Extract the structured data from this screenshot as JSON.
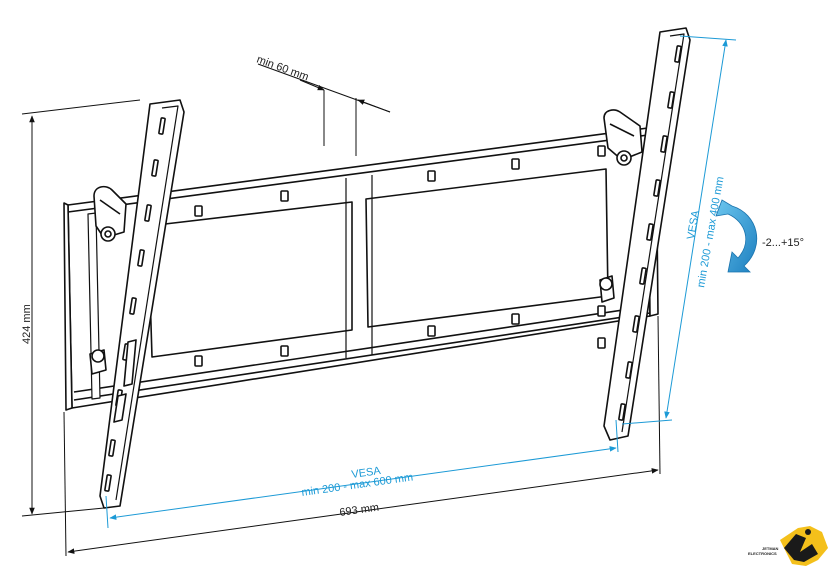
{
  "dimensions": {
    "min_depth": "min 60 mm",
    "height": "424 mm",
    "width": "693 mm"
  },
  "vesa_horizontal": {
    "title": "VESA",
    "range": "min 200 - max 600 mm"
  },
  "vesa_vertical": {
    "title": "VESA",
    "range": "min 200 - max 400 mm"
  },
  "tilt": {
    "label": "-2...+15°"
  },
  "logo": {
    "line1": "JETMAN",
    "line2": "ELECTRONICS"
  },
  "colors": {
    "accent": "#1c9ad6",
    "line": "#111111",
    "logo_yellow": "#f4c01b"
  }
}
